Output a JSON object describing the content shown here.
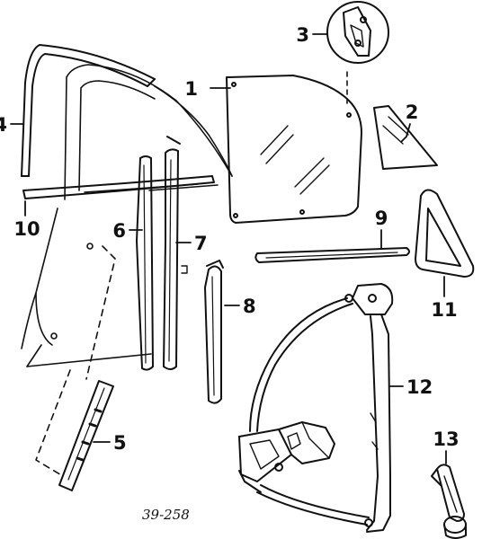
{
  "diagram": {
    "reference_code": "39-258",
    "parts": [
      {
        "number": "1"
      },
      {
        "number": "2"
      },
      {
        "number": "3"
      },
      {
        "number": "4"
      },
      {
        "number": "5"
      },
      {
        "number": "6"
      },
      {
        "number": "7"
      },
      {
        "number": "8"
      },
      {
        "number": "9"
      },
      {
        "number": "10"
      },
      {
        "number": "11"
      },
      {
        "number": "12"
      },
      {
        "number": "13"
      }
    ]
  },
  "colors": {
    "ink": "#111111",
    "paper": "#ffffff"
  }
}
